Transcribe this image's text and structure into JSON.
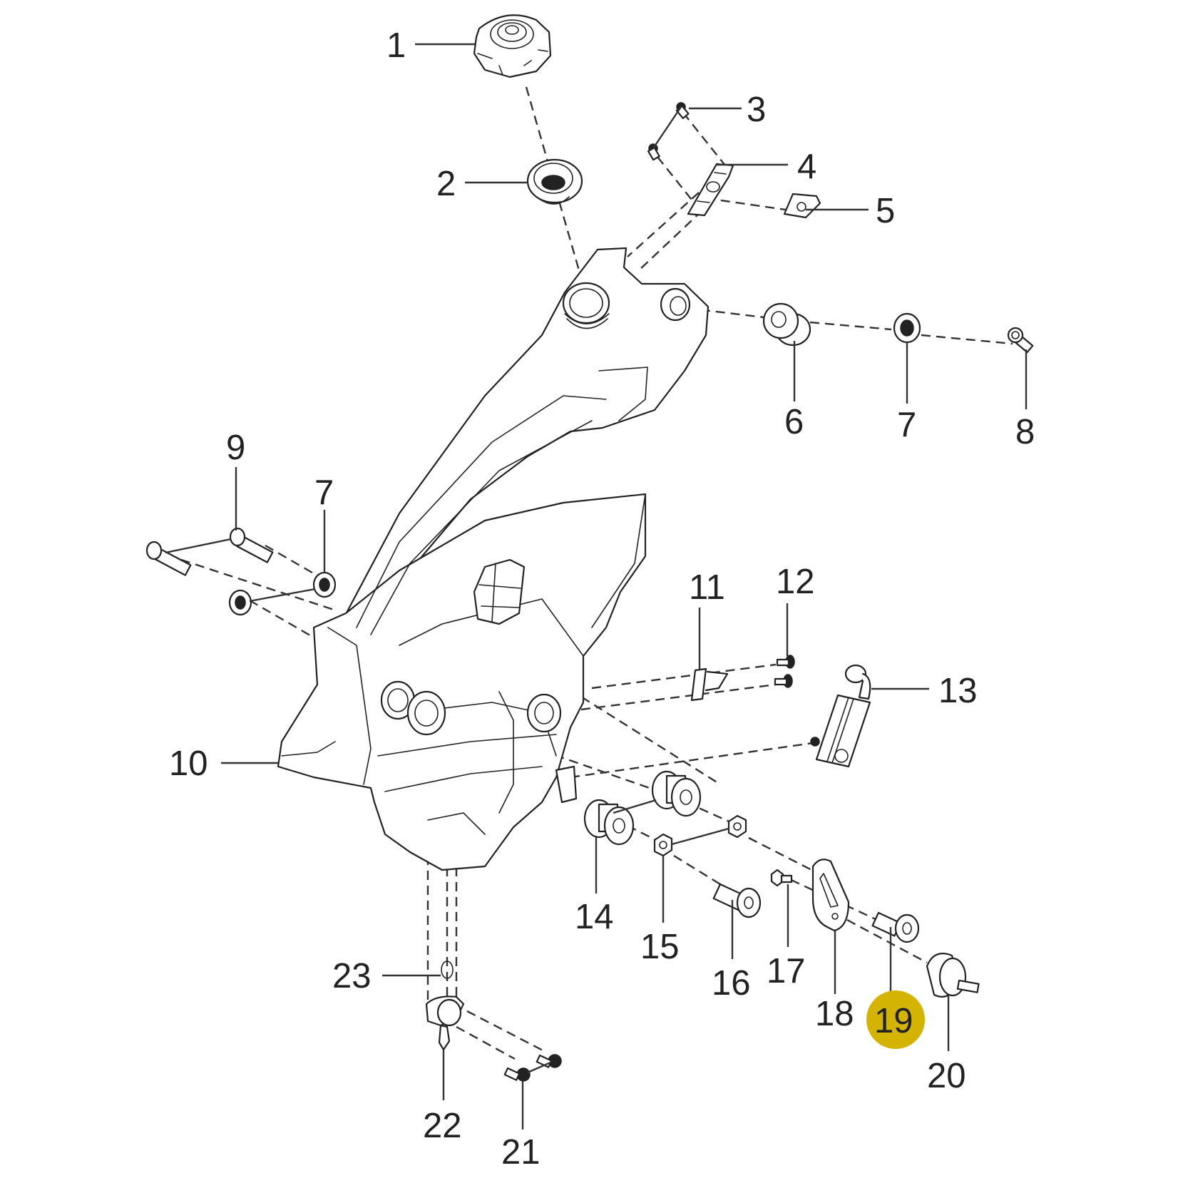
{
  "diagram": {
    "title": "Fuel tank assembly exploded view",
    "highlight_color": "#d4b400",
    "highlighted_callout": "19",
    "callouts": [
      {
        "id": "1",
        "label": "1"
      },
      {
        "id": "2",
        "label": "2"
      },
      {
        "id": "3",
        "label": "3"
      },
      {
        "id": "4",
        "label": "4"
      },
      {
        "id": "5",
        "label": "5"
      },
      {
        "id": "6",
        "label": "6"
      },
      {
        "id": "7a",
        "label": "7"
      },
      {
        "id": "8",
        "label": "8"
      },
      {
        "id": "9",
        "label": "9"
      },
      {
        "id": "7b",
        "label": "7"
      },
      {
        "id": "10",
        "label": "10"
      },
      {
        "id": "11",
        "label": "11"
      },
      {
        "id": "12",
        "label": "12"
      },
      {
        "id": "13",
        "label": "13"
      },
      {
        "id": "14",
        "label": "14"
      },
      {
        "id": "15",
        "label": "15"
      },
      {
        "id": "16",
        "label": "16"
      },
      {
        "id": "17",
        "label": "17"
      },
      {
        "id": "18",
        "label": "18"
      },
      {
        "id": "19",
        "label": "19"
      },
      {
        "id": "20",
        "label": "20"
      },
      {
        "id": "21",
        "label": "21"
      },
      {
        "id": "22",
        "label": "22"
      },
      {
        "id": "23",
        "label": "23"
      }
    ]
  }
}
